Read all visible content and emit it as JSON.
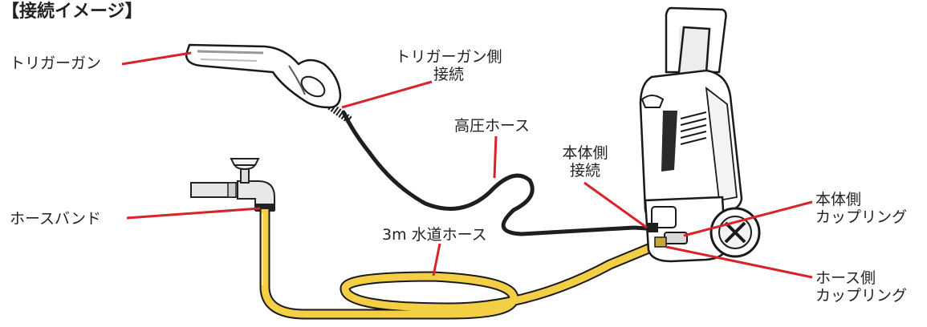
{
  "title": "【接続イメージ】",
  "labels": {
    "trigger_gun": "トリガーガン",
    "trigger_gun_side_line1": "トリガーガン側",
    "trigger_gun_side_line2": "接続",
    "high_pressure_hose": "高圧ホース",
    "body_side_connection_line1": "本体側",
    "body_side_connection_line2": "接続",
    "hose_band": "ホースバンド",
    "water_hose": "3m 水道ホース",
    "body_side_coupling_line1": "本体側",
    "body_side_coupling_line2": "カップリング",
    "hose_side_coupling_line1": "ホース側",
    "hose_side_coupling_line2": "カップリング"
  },
  "colors": {
    "leader_line": "#d8232a",
    "hose_yellow": "#f2cf45",
    "hose_black": "#1e1e1e",
    "outline": "#1a1a1a",
    "machine_fill": "#ffffff"
  },
  "icons": [
    "trigger-gun-icon",
    "faucet-icon",
    "pressure-washer-icon"
  ]
}
